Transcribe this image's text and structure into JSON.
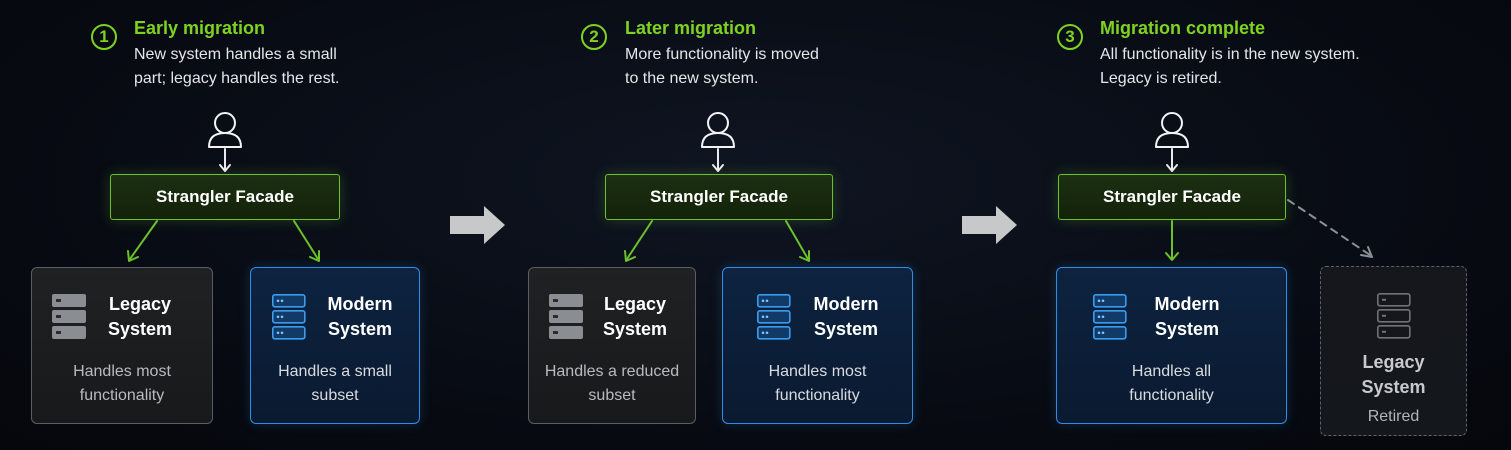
{
  "colors": {
    "accent_green": "#7ed321",
    "modern_blue": "#2f8de8",
    "legacy_gray": "#5a5d62",
    "background": "#070a11"
  },
  "steps": [
    {
      "number": "1",
      "title": "Early migration",
      "desc_lines": [
        "New system handles a small",
        "part; legacy handles the rest."
      ],
      "facade": "Strangler Facade",
      "legacy": {
        "title_lines": [
          "Legacy",
          "System"
        ],
        "desc_lines": [
          "Handles most",
          "functionality"
        ]
      },
      "modern": {
        "title_lines": [
          "Modern",
          "System"
        ],
        "desc_lines": [
          "Handles a small",
          "subset"
        ]
      }
    },
    {
      "number": "2",
      "title": "Later migration",
      "desc_lines": [
        "More functionality is moved",
        "to the new system."
      ],
      "facade": "Strangler Facade",
      "legacy": {
        "title_lines": [
          "Legacy",
          "System"
        ],
        "desc_lines": [
          "Handles a reduced",
          "subset"
        ]
      },
      "modern": {
        "title_lines": [
          "Modern",
          "System"
        ],
        "desc_lines": [
          "Handles most",
          "functionality"
        ]
      }
    },
    {
      "number": "3",
      "title": "Migration complete",
      "desc_lines": [
        "All functionality is in the new system.",
        "Legacy is retired."
      ],
      "facade": "Strangler Facade",
      "modern": {
        "title_lines": [
          "Modern",
          "System"
        ],
        "desc_lines": [
          "Handles all",
          "functionality"
        ]
      },
      "retired": {
        "title_lines": [
          "Legacy",
          "System"
        ],
        "status": "Retired"
      }
    }
  ],
  "icons": {
    "user": "user-icon",
    "server": "server-icon",
    "progress_arrow": "arrow-right-icon"
  }
}
